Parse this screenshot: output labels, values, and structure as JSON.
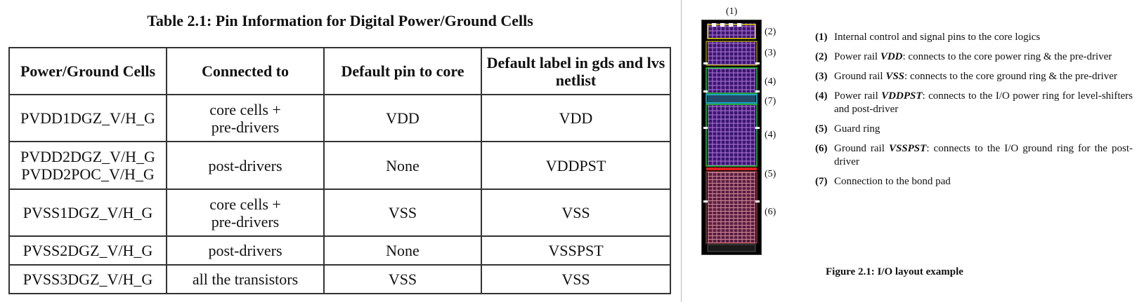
{
  "table": {
    "caption": "Table 2.1: Pin Information for Digital Power/Ground Cells",
    "headers": [
      "Power/Ground Cells",
      "Connected to",
      "Default pin to core",
      "Default label in gds and lvs netlist"
    ],
    "rows": [
      {
        "cells": [
          "PVDD1DGZ_V/H_G",
          "core cells + pre-drivers",
          "VDD",
          "VDD"
        ]
      },
      {
        "cells": [
          "PVDD2DGZ_V/H_G PVDD2POC_V/H_G",
          "post-drivers",
          "None",
          "VDDPST"
        ]
      },
      {
        "cells": [
          "PVSS1DGZ_V/H_G",
          "core cells + pre-drivers",
          "VSS",
          "VSS"
        ]
      },
      {
        "cells": [
          "PVSS2DGZ_V/H_G",
          "post-drivers",
          "None",
          "VSSPST"
        ]
      },
      {
        "cells": [
          "PVSS3DGZ_V/H_G",
          "all the transistors",
          "VSS",
          "VSS"
        ]
      }
    ]
  },
  "figure": {
    "caption": "Figure 2.1: I/O layout example",
    "callouts": [
      "(1)",
      "(2)",
      "(3)",
      "(4)",
      "(7)",
      "(4)",
      "(5)",
      "(6)"
    ],
    "notes": [
      {
        "num": "(1)",
        "pre": "Internal control and signal pins to the core logics",
        "em": "",
        "post": ""
      },
      {
        "num": "(2)",
        "pre": "Power rail ",
        "em": "VDD",
        "post": ": connects to the core power ring & the pre-driver"
      },
      {
        "num": "(3)",
        "pre": "Ground rail ",
        "em": "VSS",
        "post": ": connects to the core ground ring & the pre-driver"
      },
      {
        "num": "(4)",
        "pre": "Power rail ",
        "em": "VDDPST",
        "post": ": connects to the I/O power ring for level-shifters and post-driver"
      },
      {
        "num": "(5)",
        "pre": "Guard ring",
        "em": "",
        "post": ""
      },
      {
        "num": "(6)",
        "pre": "Ground rail ",
        "em": "VSSPST",
        "post": ": connects to the I/O ground ring for the post-driver"
      },
      {
        "num": "(7)",
        "pre": "Connection to the bond pad",
        "em": "",
        "post": ""
      }
    ],
    "colors": {
      "background": "#000000",
      "metal": "#8a2be2",
      "rail_yellow": "#e6d800",
      "rail_green": "#2ecc40",
      "rail_cyan": "#22d3ee",
      "rail_red": "#e02020",
      "poly": "#c86464"
    }
  }
}
